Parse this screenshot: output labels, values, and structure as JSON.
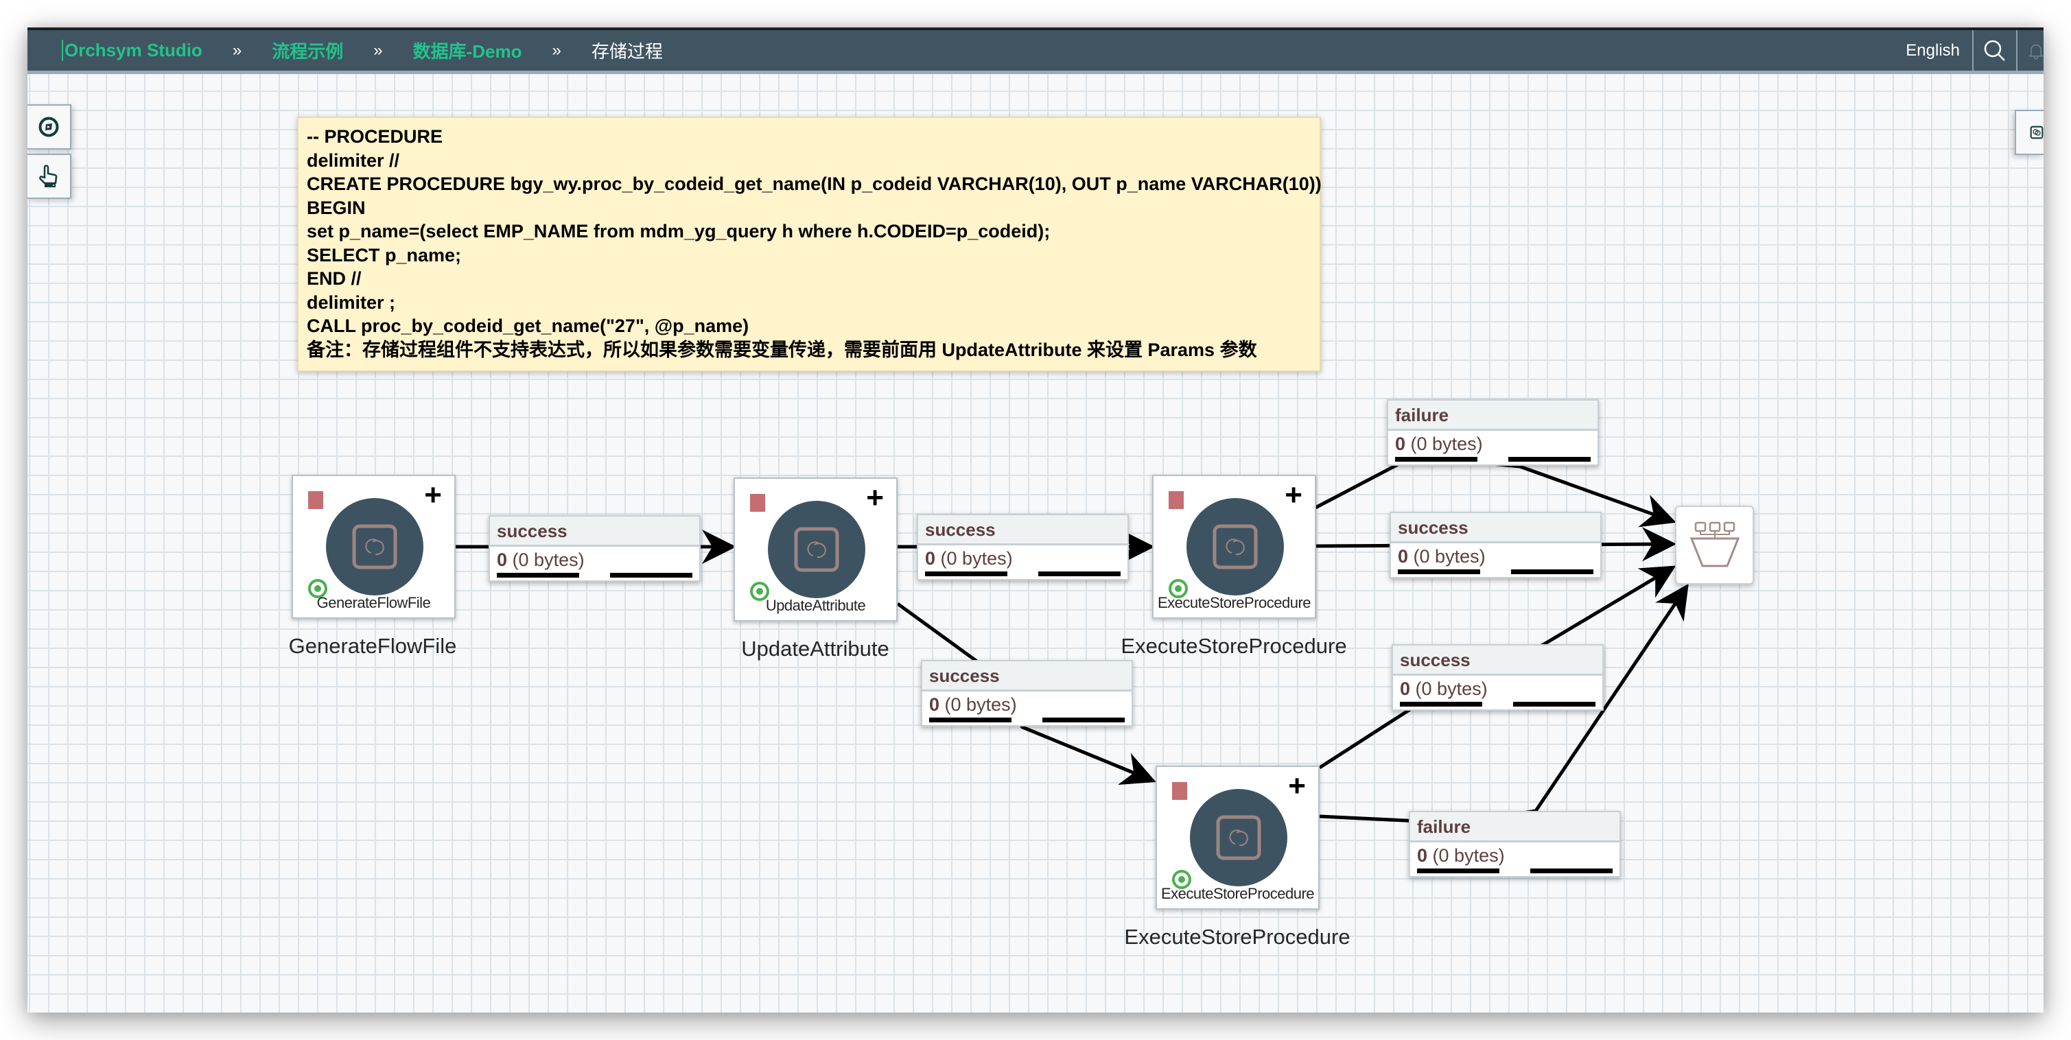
{
  "header": {
    "breadcrumbs": [
      {
        "label": "Orchsym Studio"
      },
      {
        "label": "流程示例"
      },
      {
        "label": "数据库-Demo"
      }
    ],
    "current": "存储过程",
    "separator": "»",
    "language": "English",
    "icons": [
      "search-icon",
      "bell-icon"
    ]
  },
  "tools": [
    "navigate-compass-icon",
    "operate-hand-icon"
  ],
  "note": {
    "lines": [
      "-- PROCEDURE",
      "delimiter //",
      "CREATE PROCEDURE bgy_wy.proc_by_codeid_get_name(IN p_codeid VARCHAR(10), OUT p_name VARCHAR(10))",
      "BEGIN",
      "set p_name=(select EMP_NAME from mdm_yg_query h where h.CODEID=p_codeid);",
      "SELECT p_name;",
      "END //",
      "delimiter ;",
      "CALL proc_by_codeid_get_name(\"27\", @p_name)",
      "备注：存储过程组件不支持表达式，所以如果参数需要变量传递，需要前面用 UpdateAttribute 来设置 Params 参数"
    ]
  },
  "processors": [
    {
      "type": "GenerateFlowFile",
      "name": "GenerateFlowFile",
      "state": "stopped",
      "valid": true
    },
    {
      "type": "UpdateAttribute",
      "name": "UpdateAttribute",
      "state": "stopped",
      "valid": true
    },
    {
      "type": "ExecuteStoreProcedure",
      "name": "ExecuteStoreProcedure",
      "state": "stopped",
      "valid": true
    },
    {
      "type": "ExecuteStoreProcedure",
      "name": "ExecuteStoreProcedure",
      "state": "stopped",
      "valid": true
    }
  ],
  "connections": [
    {
      "relationship": "success",
      "count": "0",
      "size": "(0 bytes)"
    },
    {
      "relationship": "success",
      "count": "0",
      "size": "(0 bytes)"
    },
    {
      "relationship": "success",
      "count": "0",
      "size": "(0 bytes)"
    },
    {
      "relationship": "failure",
      "count": "0",
      "size": "(0 bytes)"
    },
    {
      "relationship": "success",
      "count": "0",
      "size": "(0 bytes)"
    },
    {
      "relationship": "success",
      "count": "0",
      "size": "(0 bytes)"
    },
    {
      "relationship": "failure",
      "count": "0",
      "size": "(0 bytes)"
    }
  ],
  "funnel": {
    "icon": "funnel-icon"
  },
  "colors": {
    "header_bg": "#415461",
    "breadcrumb_link": "#22c38d",
    "processor_disc": "#3e5362",
    "stopped": "#c46e71",
    "valid": "#4caf50",
    "note_bg": "#fff4cc",
    "relationship_text": "#5e3e3e"
  }
}
